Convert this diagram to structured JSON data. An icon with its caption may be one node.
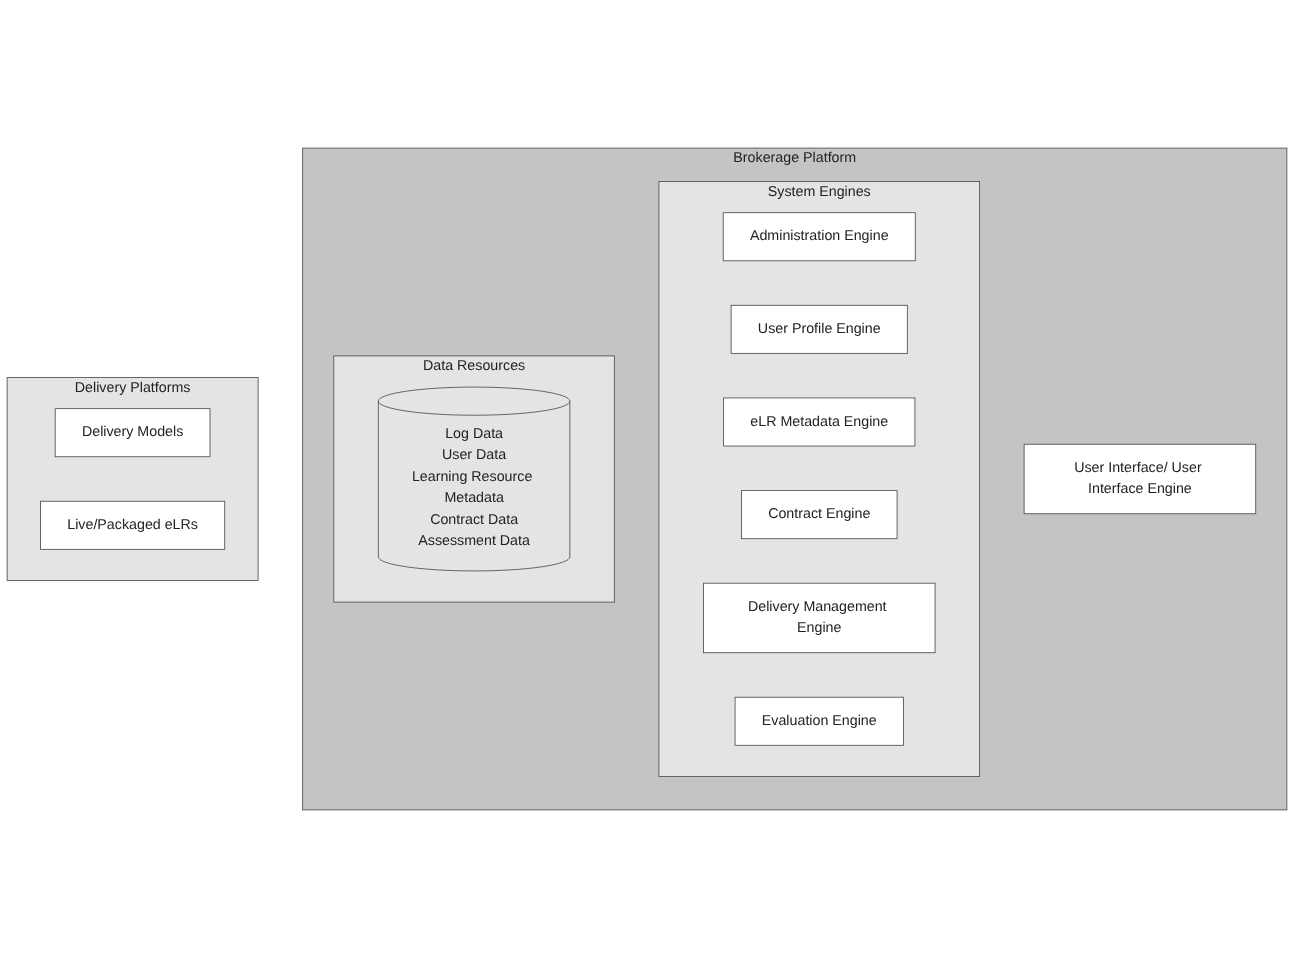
{
  "diagram": {
    "nodes": [
      {
        "text": [
          "Brokerage Platform"
        ]
      },
      {
        "text": [
          "User Interface/ User Interface Engine"
        ],
        "in": 0
      },
      {
        "text": [
          "System Engines"
        ],
        "in": 0
      },
      {
        "text": [
          "Administration Engine"
        ],
        "in": 2
      },
      {
        "text": [
          "User Profile Engine"
        ],
        "in": 2
      },
      {
        "text": [
          "eLR Metadata Engine"
        ],
        "in": 2
      },
      {
        "text": [
          "Contract Engine"
        ],
        "in": 2
      },
      {
        "text": [
          "Delivery Management Engine"
        ],
        "in": 2
      },
      {
        "text": [
          "Evaluation Engine"
        ],
        "in": 2
      },
      {
        "text": [
          "Data Resources"
        ],
        "in": 0
      },
      {
        "text": [
          "Log Data",
          "User Data",
          "Learning Resource Metadata",
          "Contract Data",
          "Assessment Data"
        ],
        "in": 9
      },
      {
        "text": [
          "Delivery Platforms"
        ]
      },
      {
        "text": [
          "Delivery Models"
        ],
        "in": 11
      },
      {
        "text": [
          "Live/Packaged eLRs"
        ],
        "in": 11
      }
    ]
  }
}
